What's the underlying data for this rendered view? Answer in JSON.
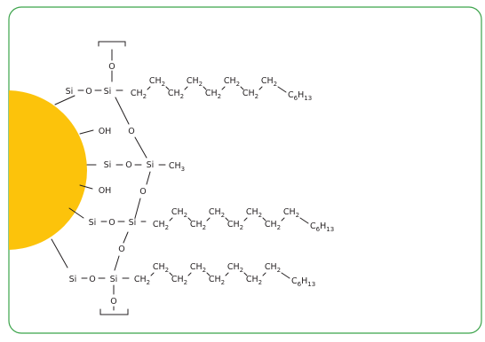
{
  "colors": {
    "frame": "#3ba34a",
    "particle": "#fcc30b",
    "ink": "#231f20"
  },
  "atoms": {
    "si": "Si",
    "o": "O",
    "oh": "OH",
    "ch3": "CH",
    "ch3_sub": "3",
    "ch2": "CH",
    "ch2_sub": "2",
    "c6h13_c": "C",
    "c6h13_c_sub": "6",
    "c6h13_h": "H",
    "c6h13_h_sub": "13"
  }
}
